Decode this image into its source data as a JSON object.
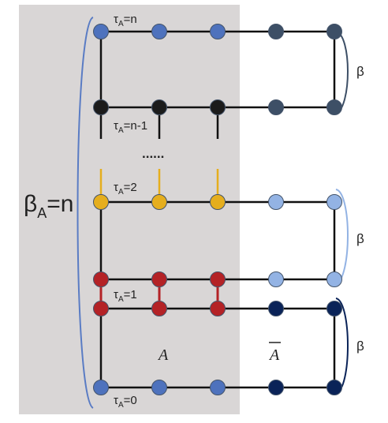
{
  "labels": {
    "tau_n": "τ",
    "tau_n_sub": "A",
    "tau_n_rest": "=n",
    "tau_n1": "τ",
    "tau_n1_sub": "A",
    "tau_n1_rest": "=n-1",
    "ellipsis": "......",
    "tau_2": "τ",
    "tau_2_sub": "A",
    "tau_2_rest": "=2",
    "tau_1": "τ",
    "tau_1_sub": "A",
    "tau_1_rest": "=1",
    "tau_0": "τ",
    "tau_0_sub": "A",
    "tau_0_rest": "=0",
    "beta_a": "β",
    "beta_a_sub": "A",
    "beta_a_rest": "=n",
    "region_a": "A",
    "region_abar": "A",
    "beta_top": "β",
    "beta_mid": "β",
    "beta_bot": "β"
  },
  "colors": {
    "shade": "#d9d6d6",
    "blue": "#4e72bd",
    "black": "#1b1b1b",
    "slate": "#3d4f66",
    "yellow": "#e5ae1e",
    "lightblue": "#93b3e4",
    "red": "#b42226",
    "navy": "#0a2358",
    "line": "#111111"
  }
}
